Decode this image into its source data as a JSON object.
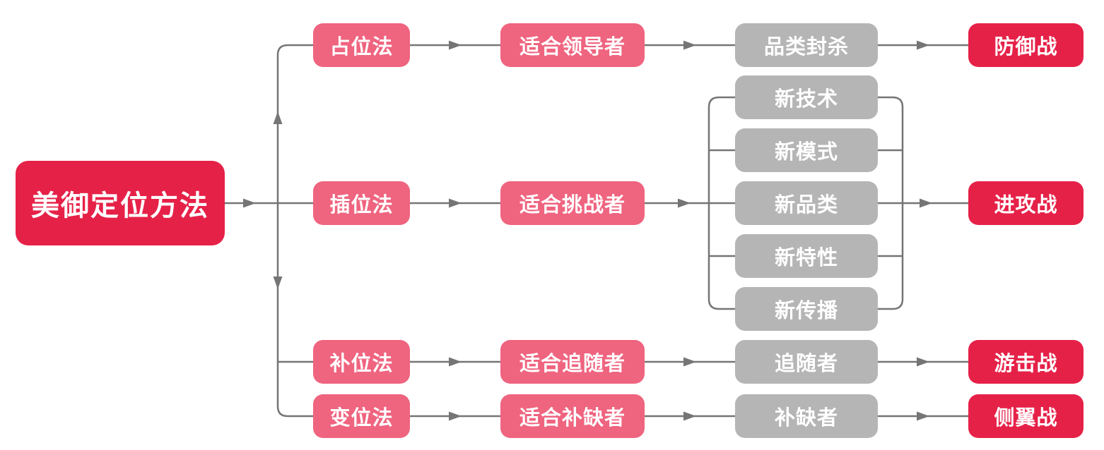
{
  "diagram": {
    "root_label": "美御定位方法",
    "branches": [
      {
        "method": "占位法",
        "fit": "适合领导者",
        "tactics": [
          "品类封杀"
        ],
        "strategy": "防御战"
      },
      {
        "method": "插位法",
        "fit": "适合挑战者",
        "tactics": [
          "新技术",
          "新模式",
          "新品类",
          "新特性",
          "新传播"
        ],
        "strategy": "进攻战"
      },
      {
        "method": "补位法",
        "fit": "适合追随者",
        "tactics": [
          "追随者"
        ],
        "strategy": "游击战"
      },
      {
        "method": "变位法",
        "fit": "适合补缺者",
        "tactics": [
          "补缺者"
        ],
        "strategy": "侧翼战"
      }
    ],
    "colors": {
      "root_node": "#E62148",
      "branch_node": "#EF647F",
      "tactic_node": "#B5B5B5",
      "strategy_node": "#E62148",
      "connector": "#757575",
      "text": "#FFFFFF"
    }
  }
}
